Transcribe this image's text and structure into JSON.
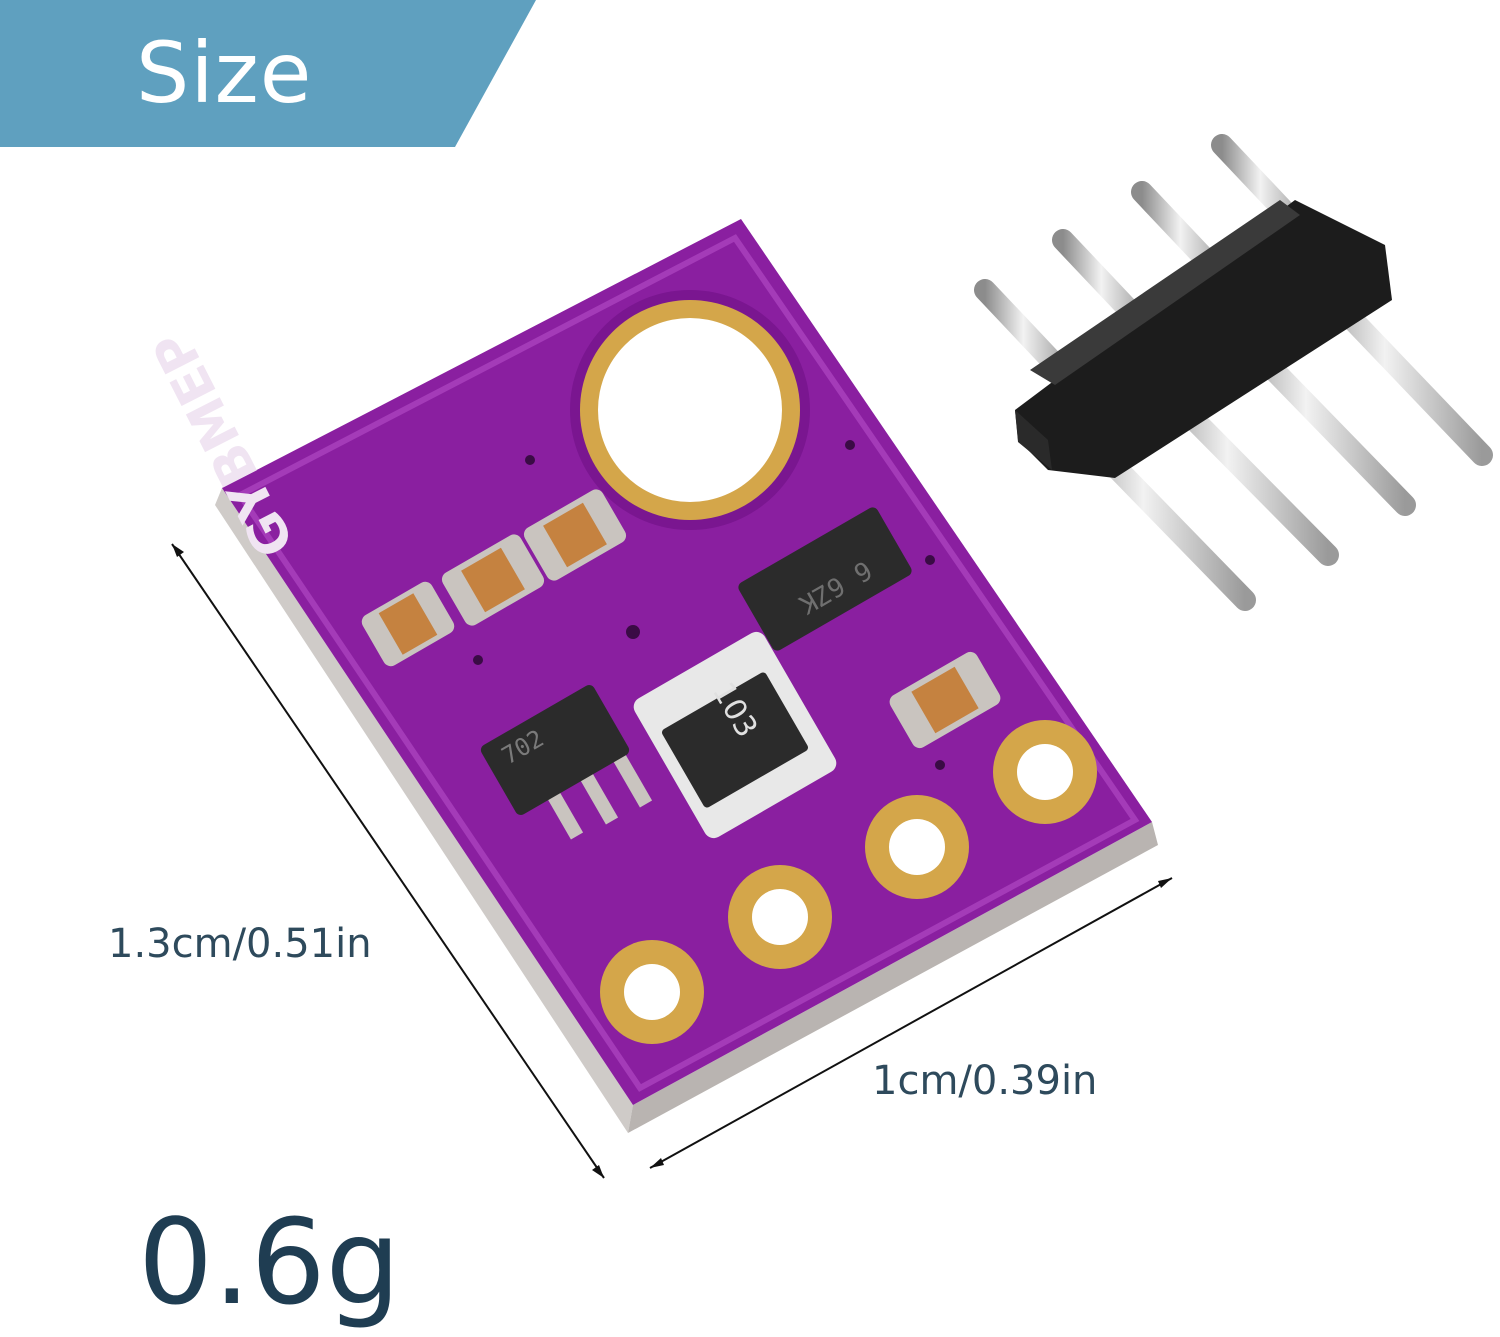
{
  "header": {
    "title": "Size",
    "accent_color": "#5fa0bf"
  },
  "product": {
    "silkscreen": "GYBMEP",
    "chip_markings": [
      "6 6ZK",
      "702",
      "103"
    ],
    "board_color": "#8a1fa0",
    "pad_color": "#d4a64a"
  },
  "dimensions": {
    "height_label": "1.3cm/0.51in",
    "width_label": "1cm/0.39in"
  },
  "weight": {
    "label": "0.6g"
  }
}
